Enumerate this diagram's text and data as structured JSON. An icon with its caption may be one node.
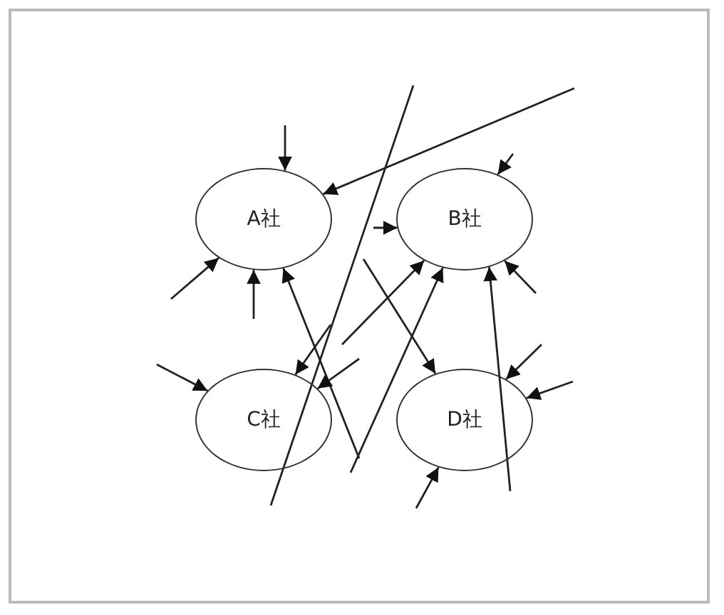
{
  "diagram": {
    "nodes": [
      {
        "text": [
          "A社"
        ]
      },
      {
        "text": [
          "B社"
        ]
      },
      {
        "text": [
          "C社"
        ]
      },
      {
        "text": [
          "D社"
        ]
      }
    ],
    "edges": [
      {
        "from": null,
        "to": 0,
        "arrow": "to"
      },
      {
        "from": null,
        "to": 0,
        "arrow": "to"
      },
      {
        "from": null,
        "to": 0,
        "arrow": "to"
      },
      {
        "from": null,
        "to": 0,
        "arrow": "to"
      },
      {
        "from": null,
        "to": 0,
        "arrow": "to"
      },
      {
        "from": null,
        "to": 1,
        "arrow": "to"
      },
      {
        "from": null,
        "to": 1,
        "arrow": "to"
      },
      {
        "from": null,
        "to": 1,
        "arrow": "to"
      },
      {
        "from": null,
        "to": 1,
        "arrow": "to"
      },
      {
        "from": null,
        "to": 1,
        "arrow": "to"
      },
      {
        "from": null,
        "to": 1,
        "arrow": "to"
      },
      {
        "from": null,
        "to": 2,
        "arrow": "to"
      },
      {
        "from": null,
        "to": 2,
        "arrow": "to"
      },
      {
        "from": null,
        "to": 2,
        "arrow": "to"
      },
      {
        "from": null,
        "to": 3,
        "arrow": "to"
      },
      {
        "from": null,
        "to": 3,
        "arrow": "to"
      },
      {
        "from": null,
        "to": 3,
        "arrow": "to"
      },
      {
        "from": null,
        "to": 3,
        "arrow": "to"
      }
    ]
  }
}
